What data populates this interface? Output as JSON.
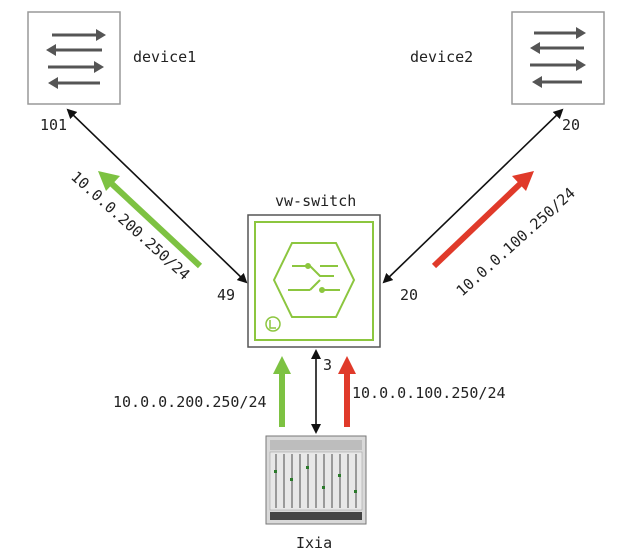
{
  "nodes": {
    "device1": {
      "label": "device1",
      "icon": "switch-arrows-icon"
    },
    "device2": {
      "label": "device2",
      "icon": "switch-arrows-icon"
    },
    "vw_switch": {
      "label": "vw-switch",
      "icon": "vw-switch-hex-icon"
    },
    "ixia": {
      "label": "Ixia",
      "icon": "traffic-generator-chassis-icon"
    }
  },
  "ports": {
    "device1": "101",
    "device2": "20",
    "vw_left": "49",
    "vw_right": "20",
    "vw_bottom": "3"
  },
  "subnets": {
    "left_diagonal": "10.0.0.200.250/24",
    "right_diagonal": "10.0.0.100.250/24",
    "bottom_left": "10.0.0.200.250/24",
    "bottom_right": "10.0.0.100.250/24"
  },
  "colors": {
    "green_flow": "#7dc242",
    "red_flow": "#e03a2a",
    "switch_green": "#8cc63f",
    "link": "#111111"
  }
}
